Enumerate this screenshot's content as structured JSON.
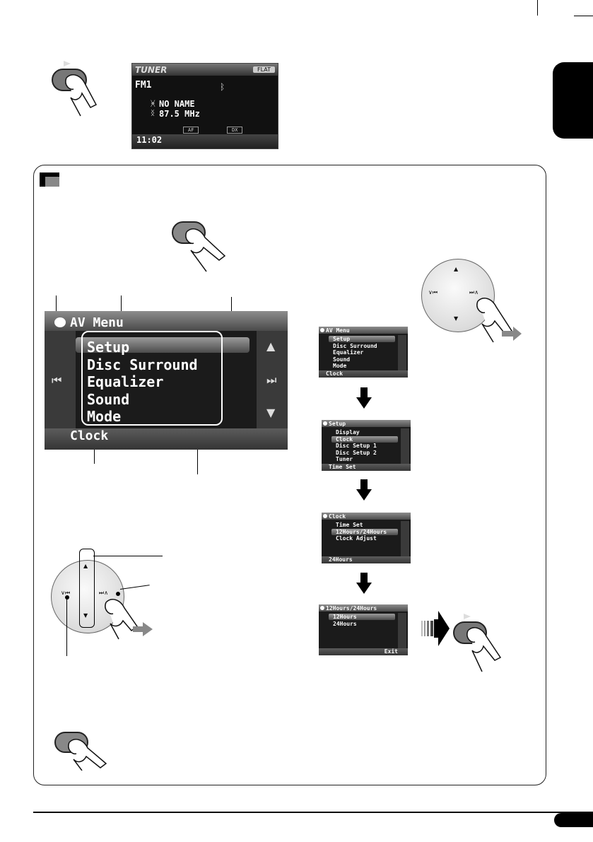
{
  "tuner_screen": {
    "title": "TUNER",
    "flat_badge": "FLAT",
    "band": "FM1",
    "station_name": "NO NAME",
    "frequency": "87.5  MHz",
    "af_label": "AF",
    "dx_label": "DX",
    "time": "11:02"
  },
  "av_menu_screen": {
    "title": "AV Menu",
    "items": [
      "Setup",
      "Disc Surround",
      "Equalizer",
      "Sound",
      "Mode"
    ],
    "footer": "Clock"
  },
  "step_screens": [
    {
      "title": "AV Menu",
      "items": [
        "Setup",
        "Disc Surround",
        "Equalizer",
        "Sound",
        "Mode"
      ],
      "selected_index": 0,
      "footer": "Clock",
      "footer_right": ""
    },
    {
      "title": "Setup",
      "items": [
        "Display",
        "Clock",
        "Disc Setup 1",
        "Disc Setup 2",
        "Tuner"
      ],
      "selected_index": 1,
      "footer": "Time Set",
      "footer_right": ""
    },
    {
      "title": "Clock",
      "items": [
        "Time Set",
        "12Hours/24Hours",
        "Clock Adjust"
      ],
      "selected_index": 1,
      "footer": "24Hours",
      "footer_right": ""
    },
    {
      "title": "12Hours/24Hours",
      "items": [
        "12Hours",
        "24Hours"
      ],
      "selected_index": 0,
      "footer": "",
      "footer_right": "Exit"
    }
  ]
}
